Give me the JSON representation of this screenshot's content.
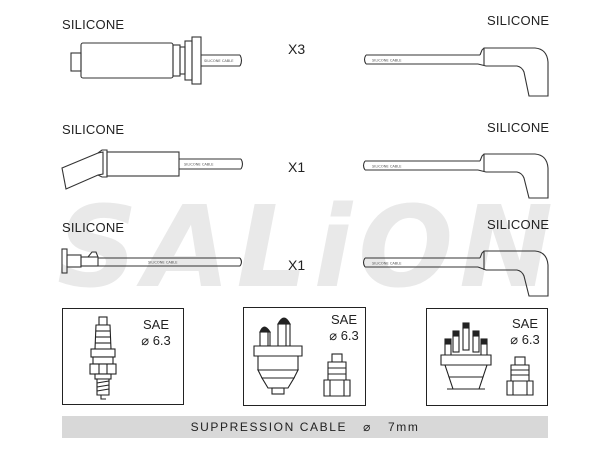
{
  "rows": [
    {
      "left_label": "SILICONE",
      "right_label": "SILICONE",
      "quantity": "X3",
      "cable_print_left": "SILICONE CABLE",
      "cable_print_right": "SILICONE CABLE"
    },
    {
      "left_label": "SILICONE",
      "right_label": "SILICONE",
      "quantity": "X1",
      "cable_print_left": "SILICONE CABLE",
      "cable_print_right": "SILICONE CABLE"
    },
    {
      "left_label": "SILICONE",
      "right_label": "SILICONE",
      "quantity": "X1",
      "cable_print_left": "SILICONE CABLE",
      "cable_print_right": "SILICONE CABLE"
    }
  ],
  "connectors": [
    {
      "standard": "SAE",
      "diameter": "6.3",
      "part": "spark-plug"
    },
    {
      "standard": "SAE",
      "diameter": "6.3",
      "part": "distributor-cap-small"
    },
    {
      "standard": "SAE",
      "diameter": "6.3",
      "part": "distributor-cap-large"
    }
  ],
  "footer": {
    "cable": "SUPPRESSION CABLE",
    "diameter_symbol": "⌀",
    "size": "7mm"
  },
  "watermark": {
    "text": "SALiON",
    "color": "#e6e6e6"
  },
  "colors": {
    "line": "#333333",
    "footer_bg": "#d8d8d8"
  }
}
